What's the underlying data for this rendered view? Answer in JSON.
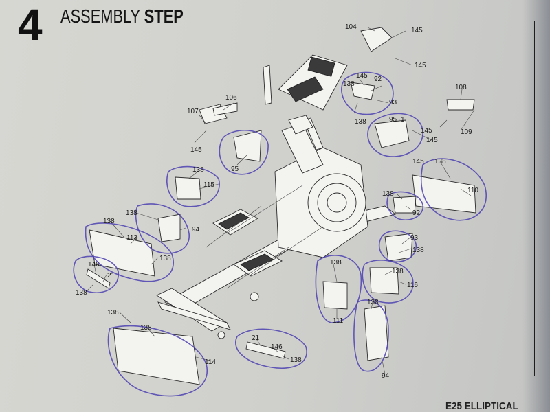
{
  "header": {
    "step_number": "4",
    "title_regular": "ASSEMBLY ",
    "title_bold": "STEP"
  },
  "footer": {
    "text": "E25 ELLIPTICAL"
  },
  "callouts": {
    "c104": "104",
    "c145_top": "145",
    "c145_top2": "145",
    "c106": "106",
    "c107": "107",
    "c145_left": "145",
    "c145_a": "145",
    "c92_top": "92",
    "c138_top": "138",
    "c93_top": "93",
    "c138_mid": "138",
    "c108": "108",
    "c95_1": "95~1",
    "c145_b": "145",
    "c145_c": "145",
    "c109": "109",
    "c95": "95",
    "c138_115": "138",
    "c115": "115",
    "c145_d": "145",
    "c138_110": "138",
    "c110": "110",
    "c138_92": "138",
    "c92_mid": "92",
    "c138_94a": "138",
    "c94_a": "94",
    "c138_113a": "138",
    "c113": "113",
    "c138_113b": "138",
    "c93_low": "93",
    "c138_93": "138",
    "c146_left": "146",
    "c21_left": "21",
    "c138_left": "138",
    "c138_111": "138",
    "c138_116": "138",
    "c116": "116",
    "c111": "111",
    "c138_94b": "138",
    "c138_114a": "138",
    "c138_114b": "138",
    "c114": "114",
    "c21_bottom": "21",
    "c146_bottom": "146",
    "c138_bottom": "138",
    "c94_b": "94"
  }
}
